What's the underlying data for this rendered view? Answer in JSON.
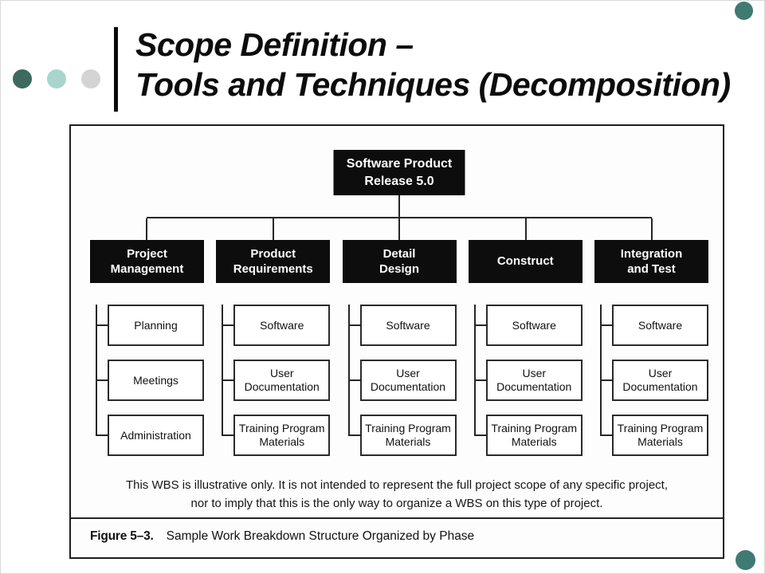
{
  "header": {
    "title_line1": "Scope Definition –",
    "title_line2": "Tools and Techniques (Decomposition)",
    "dots": [
      {
        "name": "dark-teal",
        "color": "#3d695f"
      },
      {
        "name": "light-teal",
        "color": "#a8d5ce"
      },
      {
        "name": "gray",
        "color": "#d4d4d4"
      }
    ],
    "corner_dot_color": "#3f7a73"
  },
  "diagram": {
    "root_label": "Software Product\nRelease 5.0",
    "columns": [
      {
        "phase": "Project\nManagement",
        "children": [
          "Planning",
          "Meetings",
          "Administration"
        ]
      },
      {
        "phase": "Product\nRequirements",
        "children": [
          "Software",
          "User\nDocumentation",
          "Training Program\nMaterials"
        ]
      },
      {
        "phase": "Detail\nDesign",
        "children": [
          "Software",
          "User\nDocumentation",
          "Training Program\nMaterials"
        ]
      },
      {
        "phase": "Construct",
        "children": [
          "Software",
          "User\nDocumentation",
          "Training Program\nMaterials"
        ]
      },
      {
        "phase": "Integration\nand Test",
        "children": [
          "Software",
          "User\nDocumentation",
          "Training Program\nMaterials"
        ]
      }
    ],
    "note": "This WBS is illustrative only. It is not intended to represent the full project scope of any specific project,\nnor to imply that this is the only way to organize a WBS on this type of project.",
    "caption_label": "Figure 5–3.",
    "caption_text": "Sample Work Breakdown Structure Organized by Phase"
  }
}
